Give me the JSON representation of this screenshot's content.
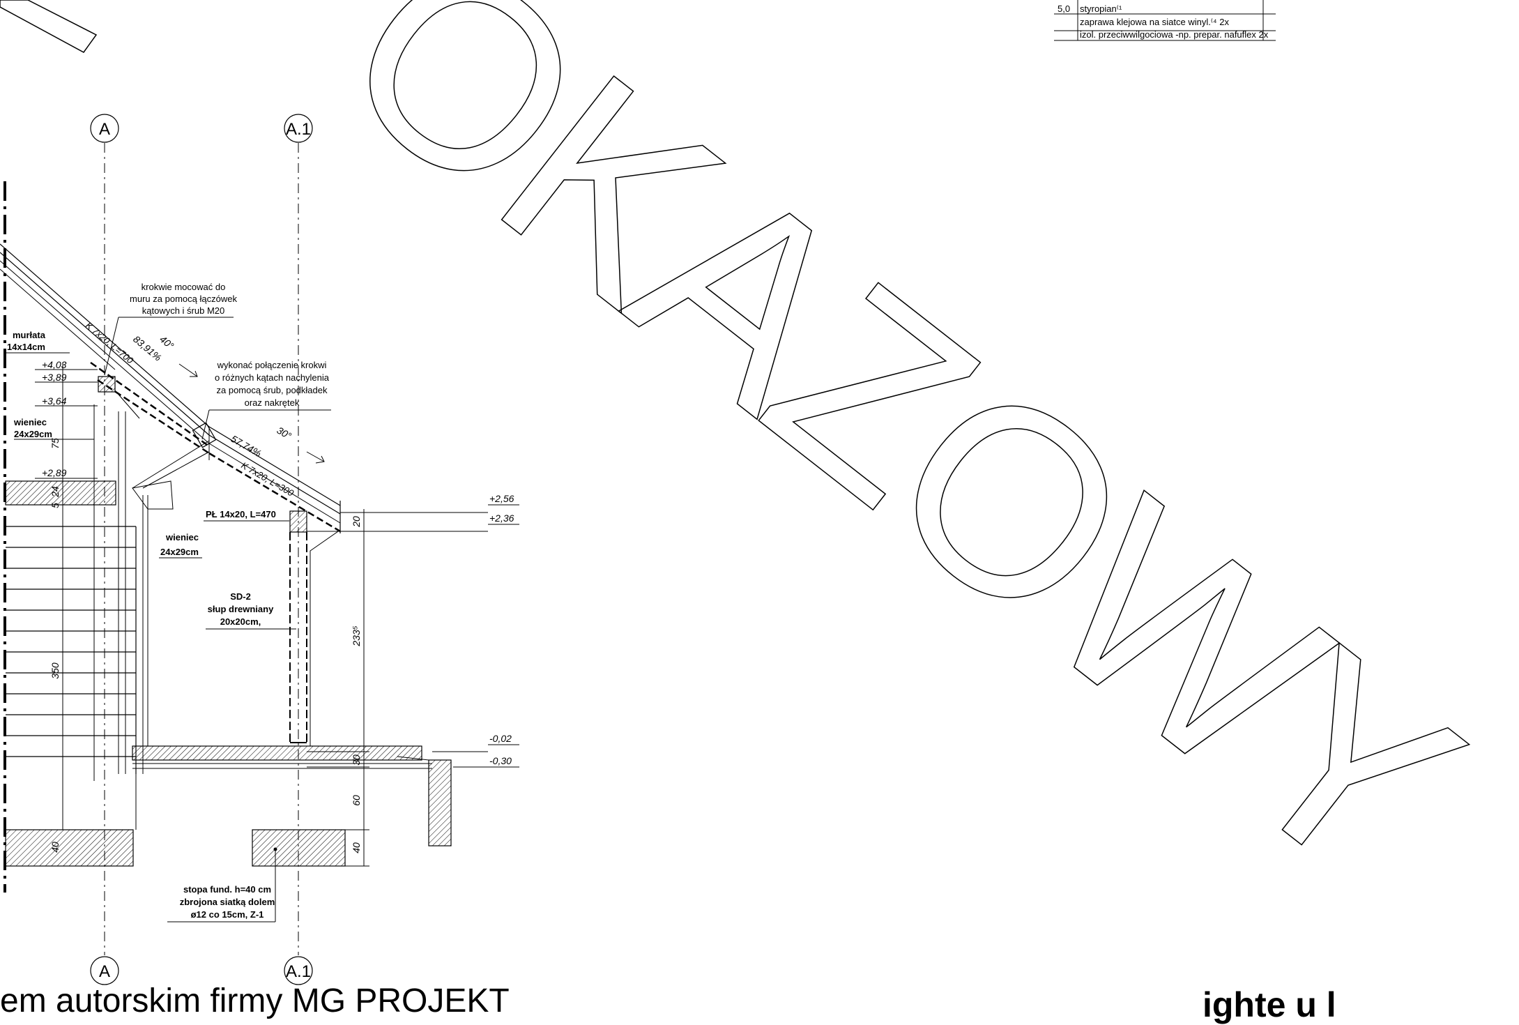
{
  "watermark": "OKAZOWY",
  "grid_axes": {
    "a": "A",
    "a1": "A.1"
  },
  "layer_table": {
    "thickness": "5,0",
    "rows": [
      "styropian⁽¹",
      "zaprawa klejowa na siatce winyl.⁽⁴ 2x",
      "izol. przeciwwilgociowa -np. prepar. nafuflex 2x"
    ]
  },
  "notes": {
    "rafter_anchor": [
      "krokwie mocować do",
      "muru za pomocą łączówek",
      "kątowych i śrub M20"
    ],
    "rafter_joint": [
      "wykonać połączenie krokwi",
      "o różnych kątach nachylenia",
      "za pomocą śrub, podkładek",
      "oraz nakrętek"
    ],
    "foundation": [
      "stopa fund. h=40 cm",
      "zbrojona siatką dolem",
      "ø12 co 15cm, Z-1"
    ],
    "post": [
      "SD-2",
      "słup drewniany",
      "20x20cm,"
    ]
  },
  "labels": {
    "murlata": "murłata",
    "murlata_size": "14x14cm",
    "wieniec_left": "wieniec",
    "wieniec_left_size": "24x29cm",
    "wieniec_mid": "wieniec",
    "wieniec_mid_size": "24x29cm",
    "plate": "PŁ 14x20, L=470",
    "rafter_upper": "K 7x20, L=700",
    "rafter_lower": "K 7x20, L=300"
  },
  "slopes": {
    "upper_angle": "40°",
    "upper_percent": "83,91%",
    "lower_angle": "30°",
    "lower_percent": "57,74%"
  },
  "levels": {
    "l403": "+4,03",
    "l389": "+3,89",
    "l364": "+3,64",
    "l289": "+2,89",
    "l256": "+2,56",
    "l236": "+2,36",
    "lm002": "-0,02",
    "lm030": "-0,30"
  },
  "dims": {
    "d75": "75",
    "d24": "24",
    "d5": "5",
    "d350": "350",
    "d40a": "40",
    "d20": "20",
    "d233": "233⁵",
    "d30": "30",
    "d60": "60",
    "d40b": "40"
  },
  "footer": {
    "left_text": "em autorskim firmy MG PROJEKT",
    "right_text": "ighte u l"
  }
}
